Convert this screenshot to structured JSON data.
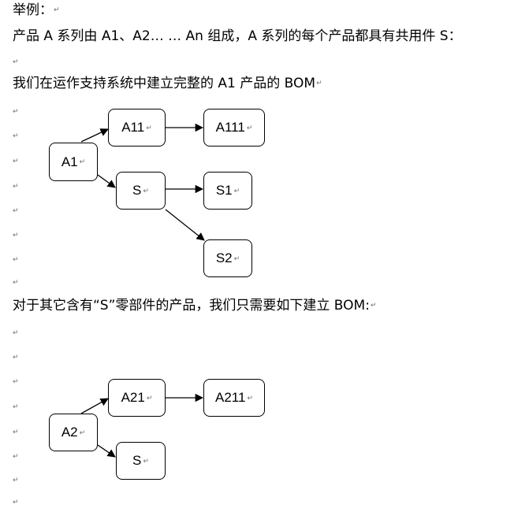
{
  "text": {
    "line1": "举例：",
    "line2": "产品 A 系列由 A1、A2… … An  组成，A 系列的每个产品都具有共用件 S：",
    "line3": "我们在运作支持系统中建立完整的 A1 产品的 BOM",
    "line4": "对于其它含有“S”零部件的产品，我们只需要如下建立 BOM:"
  },
  "paragraph_mark": "↵",
  "diagram1": {
    "nodes": {
      "a1": "A1",
      "a11": "A11",
      "a111": "A111",
      "s": "S",
      "s1": "S1",
      "s2": "S2"
    }
  },
  "diagram2": {
    "nodes": {
      "a2": "A2",
      "a21": "A21",
      "a211": "A211",
      "s": "S"
    }
  }
}
